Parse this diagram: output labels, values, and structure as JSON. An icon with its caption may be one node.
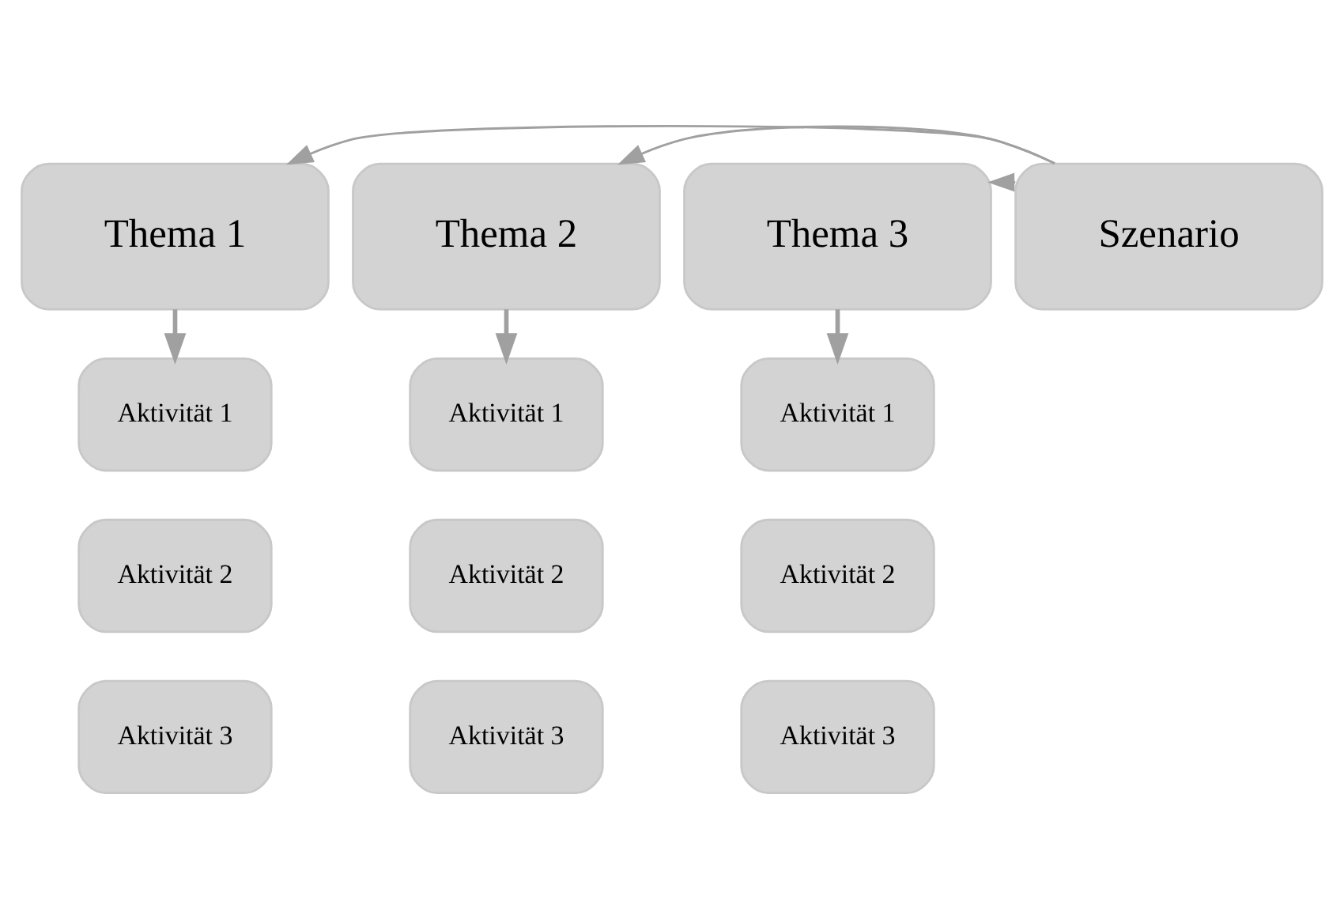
{
  "diagram": {
    "nodes": [
      {
        "text": [
          "Thema 1"
        ]
      },
      {
        "text": [
          "Thema 2"
        ]
      },
      {
        "text": [
          "Thema 3"
        ]
      },
      {
        "text": [
          "Szenario"
        ]
      },
      {
        "text": [
          "Aktivität 1"
        ]
      },
      {
        "text": [
          "Aktivität 2"
        ]
      },
      {
        "text": [
          "Aktivität 3"
        ]
      },
      {
        "text": [
          "Aktivität 1"
        ]
      },
      {
        "text": [
          "Aktivität 2"
        ]
      },
      {
        "text": [
          "Aktivität 3"
        ]
      },
      {
        "text": [
          "Aktivität 1"
        ]
      },
      {
        "text": [
          "Aktivität 2"
        ]
      },
      {
        "text": [
          "Aktivität 3"
        ]
      }
    ],
    "edges": [
      {
        "from": 3,
        "to": 0,
        "arrow": "to"
      },
      {
        "from": 3,
        "to": 1,
        "arrow": "to"
      },
      {
        "from": 3,
        "to": 2,
        "arrow": "to"
      },
      {
        "from": 0,
        "to": 4,
        "arrow": "to"
      },
      {
        "from": 1,
        "to": 7,
        "arrow": "to"
      },
      {
        "from": 2,
        "to": 10,
        "arrow": "to"
      }
    ]
  }
}
